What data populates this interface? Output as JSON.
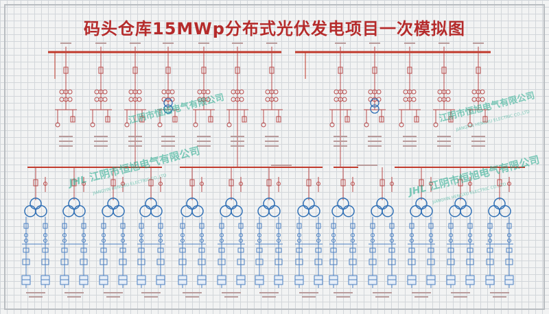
{
  "title": "码头仓库15MWp分布式光伏发电项目一次模拟图",
  "watermark": {
    "logo": "JHL",
    "company_cn": "江阴市恒旭电气有限公司",
    "company_en": "JIANGYIN HENGXU ELECTRIC CO.,LTD"
  },
  "colors": {
    "busbar": "#c0392b",
    "line": "#b84a4a",
    "transformer": "#2f6fb5",
    "device": "#4a7fc1",
    "text": "#7a2a2a",
    "title": "#b52b2b"
  }
}
